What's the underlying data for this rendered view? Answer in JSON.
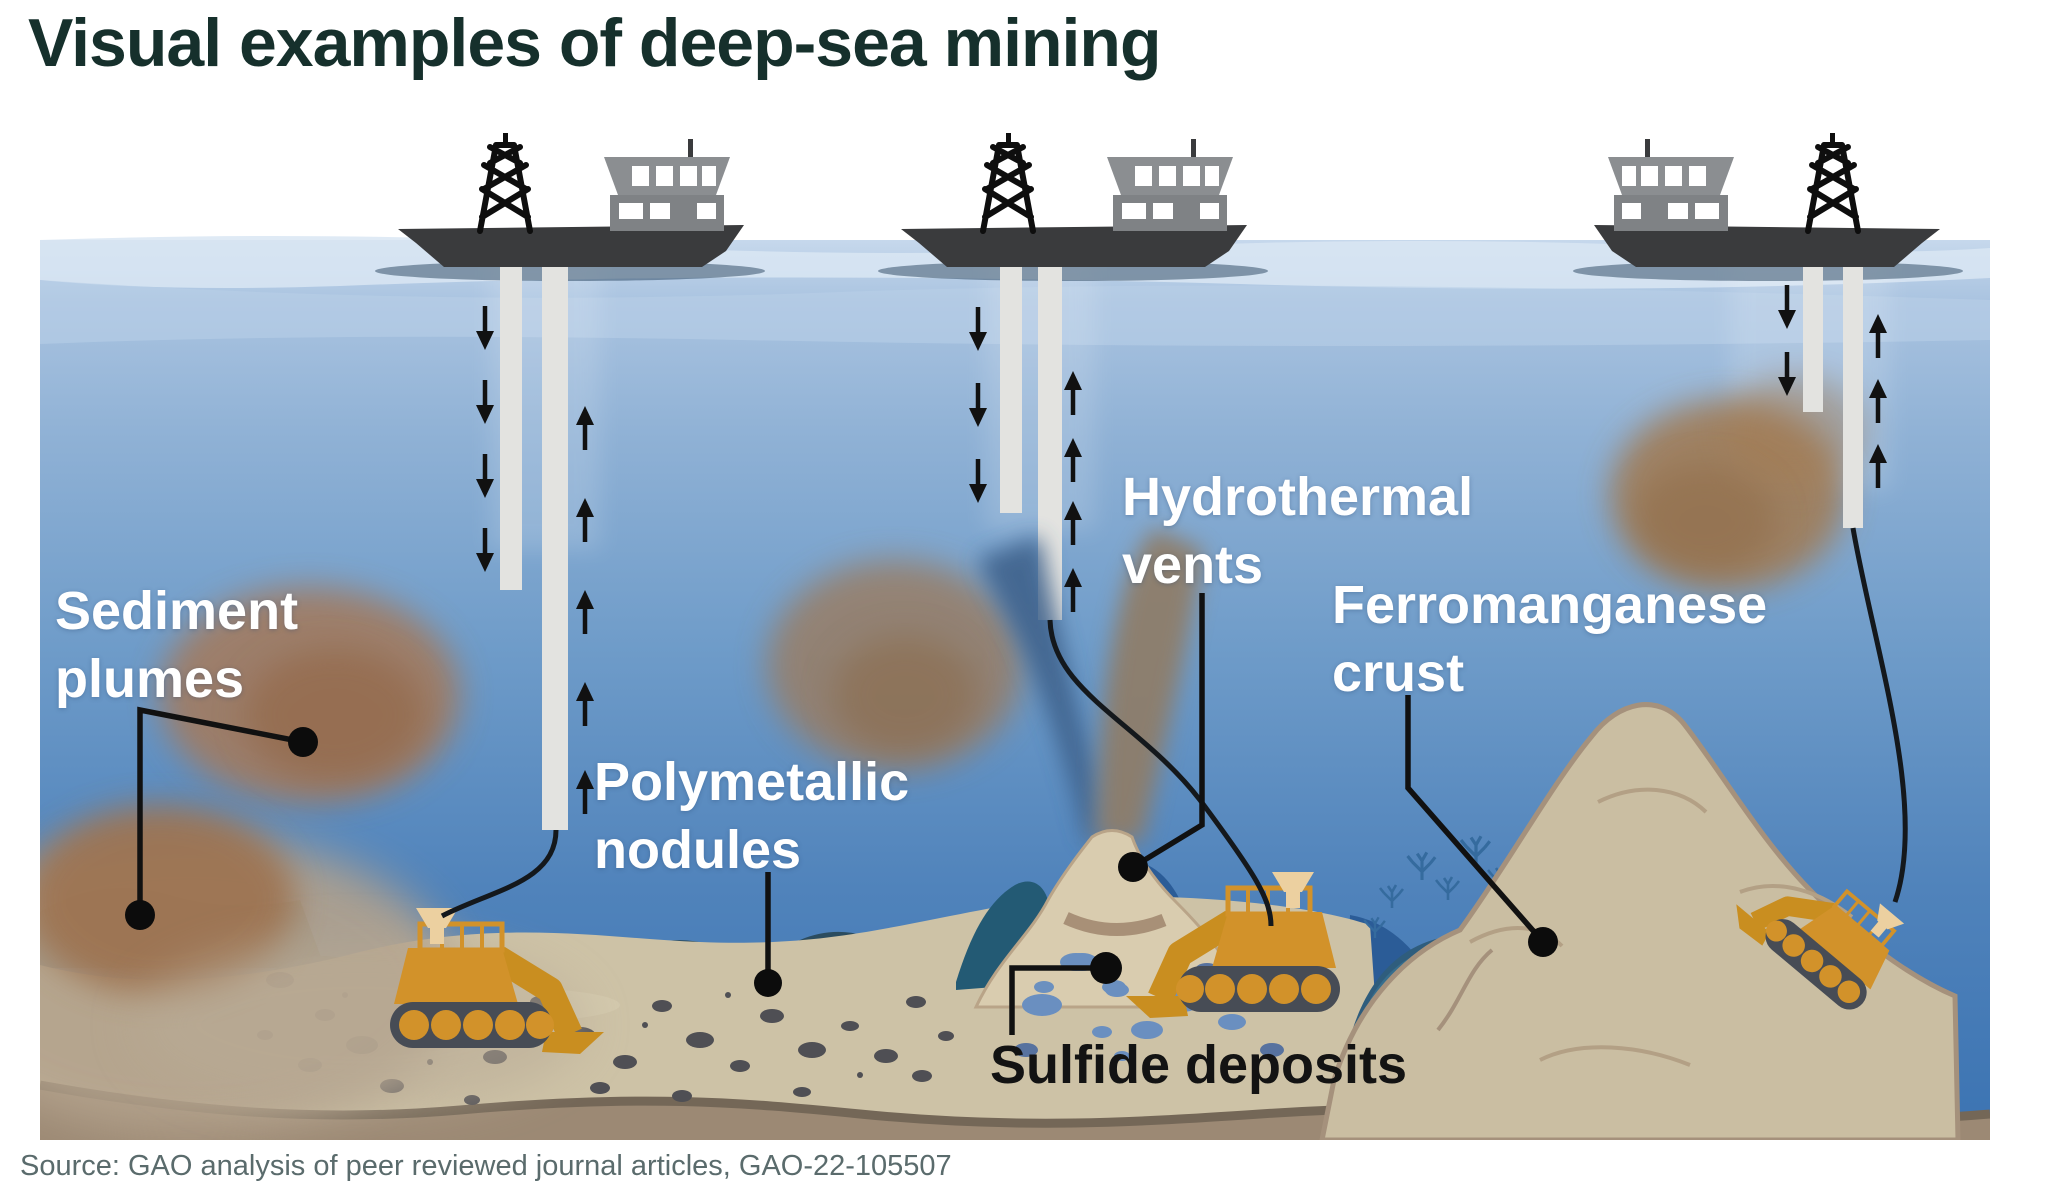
{
  "page": {
    "title": "Visual examples of deep-sea mining",
    "source": "Source: GAO analysis of peer reviewed journal articles, GAO-22-105507"
  },
  "diagram": {
    "type": "illustration",
    "labels": {
      "sediment_plumes": "Sediment plumes",
      "polymetallic_nodules": "Polymetallic nodules",
      "hydrothermal_vents": "Hydrothermal vents",
      "ferromanganese_crust": "Ferromanganese crust",
      "sulfide_deposits": "Sulfide deposits"
    },
    "icons": [
      "survey-ship-icon",
      "riser-pipe-icon",
      "flow-arrow-icon",
      "mining-vehicle-icon",
      "hydrothermal-vent-icon",
      "sediment-plume-icon",
      "nodule-field-icon",
      "sulfide-rocks-icon",
      "ferromanganese-mound-icon",
      "coral-icon"
    ],
    "colors": {
      "title_text": "#16302c",
      "source_text": "#5a6b6c",
      "label_text_light": "#ffffff",
      "label_text_dark": "#131313",
      "water_surface": "#c9daec",
      "water_deep": "#3b73b2",
      "seafloor_sand": "#cdc2a6",
      "seafloor_substrate": "#9c8974",
      "substrate_line": "#746757",
      "vehicle_orange": "#d2922a",
      "plume_brown": "#a57a57",
      "nodule_gray": "#4f4f54",
      "sulfide_blue": "#6a8fc0",
      "hill_teal": "#2c4f63",
      "ship_hull": "#3a3b3d",
      "ship_bridge": "#85878a",
      "pipe_gray": "#e3e3e0",
      "leader_black": "#111111"
    }
  }
}
